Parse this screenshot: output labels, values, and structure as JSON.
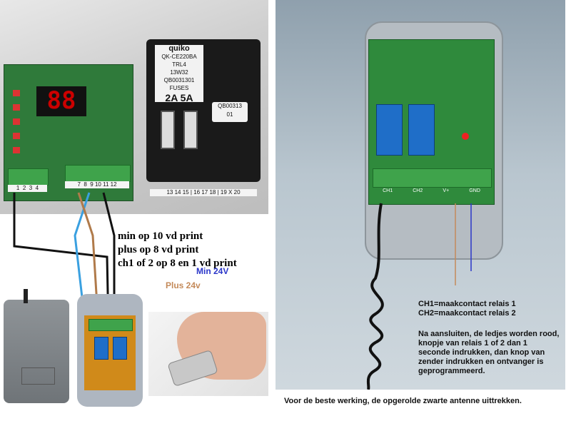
{
  "board_photo": {
    "display": "88",
    "relay_brand": "quiko",
    "relay_model": "QK-CE220BA TRL4",
    "relay_code": "13W32",
    "relay_serial": "QB0031301",
    "fuses_label": "FUSES",
    "fuses_values": "2A  5A",
    "sticker_line1": "QB00313",
    "sticker_line2": "01",
    "terminals_left": [
      "1",
      "2",
      "3",
      "4"
    ],
    "terminals_mid": [
      "7",
      "8",
      "9",
      "10",
      "11",
      "12"
    ],
    "terminals_right": [
      "13",
      "14",
      "15",
      "16",
      "17",
      "18",
      "19",
      "X",
      "20"
    ]
  },
  "notes": [
    "min op 10 vd print",
    "plus op 8 vd print",
    "ch1 of 2 op 8 en 1 vd print"
  ],
  "receiver_photo": {
    "min_label": "Min 24V",
    "plus_label": "Plus 24v",
    "ch1": "CH1=maakcontact relais 1",
    "ch2": "CH2=maakcontact relais 2",
    "instructions": "Na aansluiten, de ledjes worden rood, knopje van relais 1 of 2 dan 1 seconde indrukken, dan knop van zender indrukken en ontvanger is geprogrammeerd.",
    "terminal_labels": [
      "CH1",
      "CH2",
      "V+",
      "GND"
    ]
  },
  "caption": "Voor de beste werking,  de opgerolde zwarte antenne uittrekken.",
  "colors": {
    "min": "#2a36c9",
    "plus": "#c48a5a",
    "wire_blue": "#3aa0e0",
    "wire_brown": "#b07a4a"
  }
}
